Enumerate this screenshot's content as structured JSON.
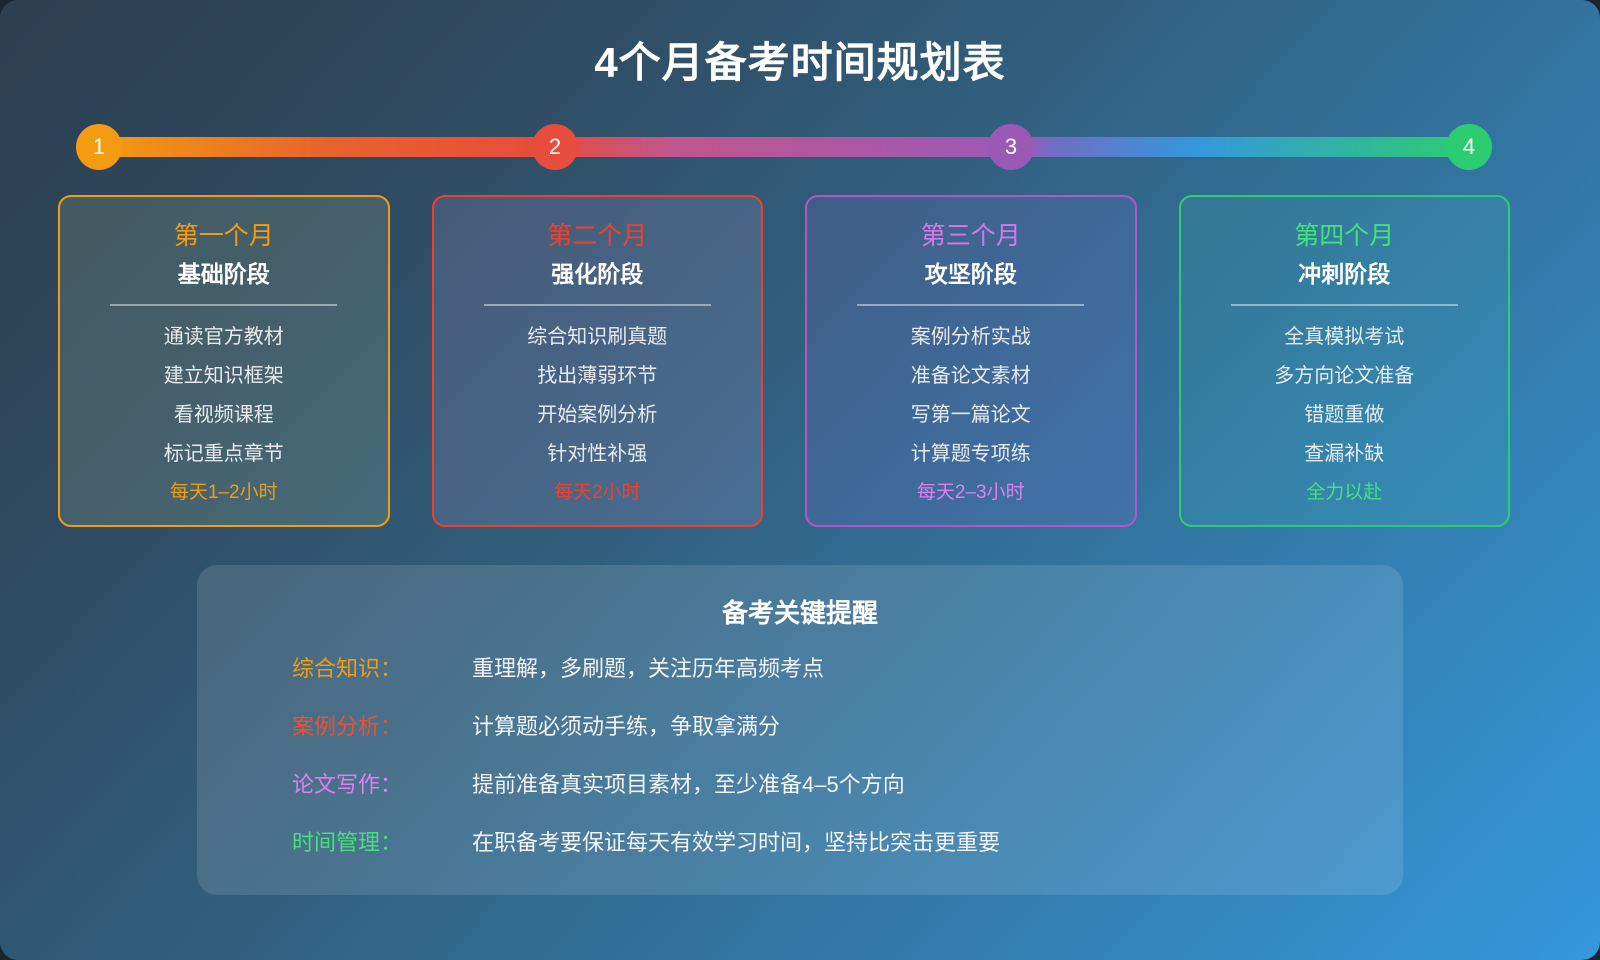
{
  "page": {
    "title": "4个月备考时间规划表",
    "background_from": "#2c3e50",
    "background_to": "#3498db"
  },
  "timeline": {
    "dots": [
      {
        "label": "1",
        "color": "#f39c12"
      },
      {
        "label": "2",
        "color": "#e74c3c"
      },
      {
        "label": "3",
        "color": "#9b59b6"
      },
      {
        "label": "4",
        "color": "#2ecc71"
      }
    ]
  },
  "cards": [
    {
      "month": "第一个月",
      "phase": "基础阶段",
      "accent": "#f39c12",
      "tasks": [
        "通读官方教材",
        "建立知识框架",
        "看视频课程",
        "标记重点章节"
      ],
      "footer": "每天1–2小时"
    },
    {
      "month": "第二个月",
      "phase": "强化阶段",
      "accent": "#f0402c",
      "tasks": [
        "综合知识刷真题",
        "找出薄弱环节",
        "开始案例分析",
        "针对性补强"
      ],
      "footer": "每天2小时"
    },
    {
      "month": "第三个月",
      "phase": "攻坚阶段",
      "accent": "#d678e8",
      "tasks": [
        "案例分析实战",
        "准备论文素材",
        "写第一篇论文",
        "计算题专项练"
      ],
      "footer": "每天2–3小时"
    },
    {
      "month": "第四个月",
      "phase": "冲刺阶段",
      "accent": "#46e07c",
      "tasks": [
        "全真模拟考试",
        "多方向论文准备",
        "错题重做",
        "查漏补缺"
      ],
      "footer": "全力以赴"
    }
  ],
  "tips": {
    "title": "备考关键提醒",
    "rows": [
      {
        "label": "综合知识：",
        "text": "重理解，多刷题，关注历年高频考点",
        "color": "#f39c12"
      },
      {
        "label": "案例分析：",
        "text": "计算题必须动手练，争取拿满分",
        "color": "#f0502c"
      },
      {
        "label": "论文写作：",
        "text": "提前准备真实项目素材，至少准备4–5个方向",
        "color": "#e07ff0"
      },
      {
        "label": "时间管理：",
        "text": "在职备考要保证每天有效学习时间，坚持比突击更重要",
        "color": "#46e07c"
      }
    ]
  }
}
